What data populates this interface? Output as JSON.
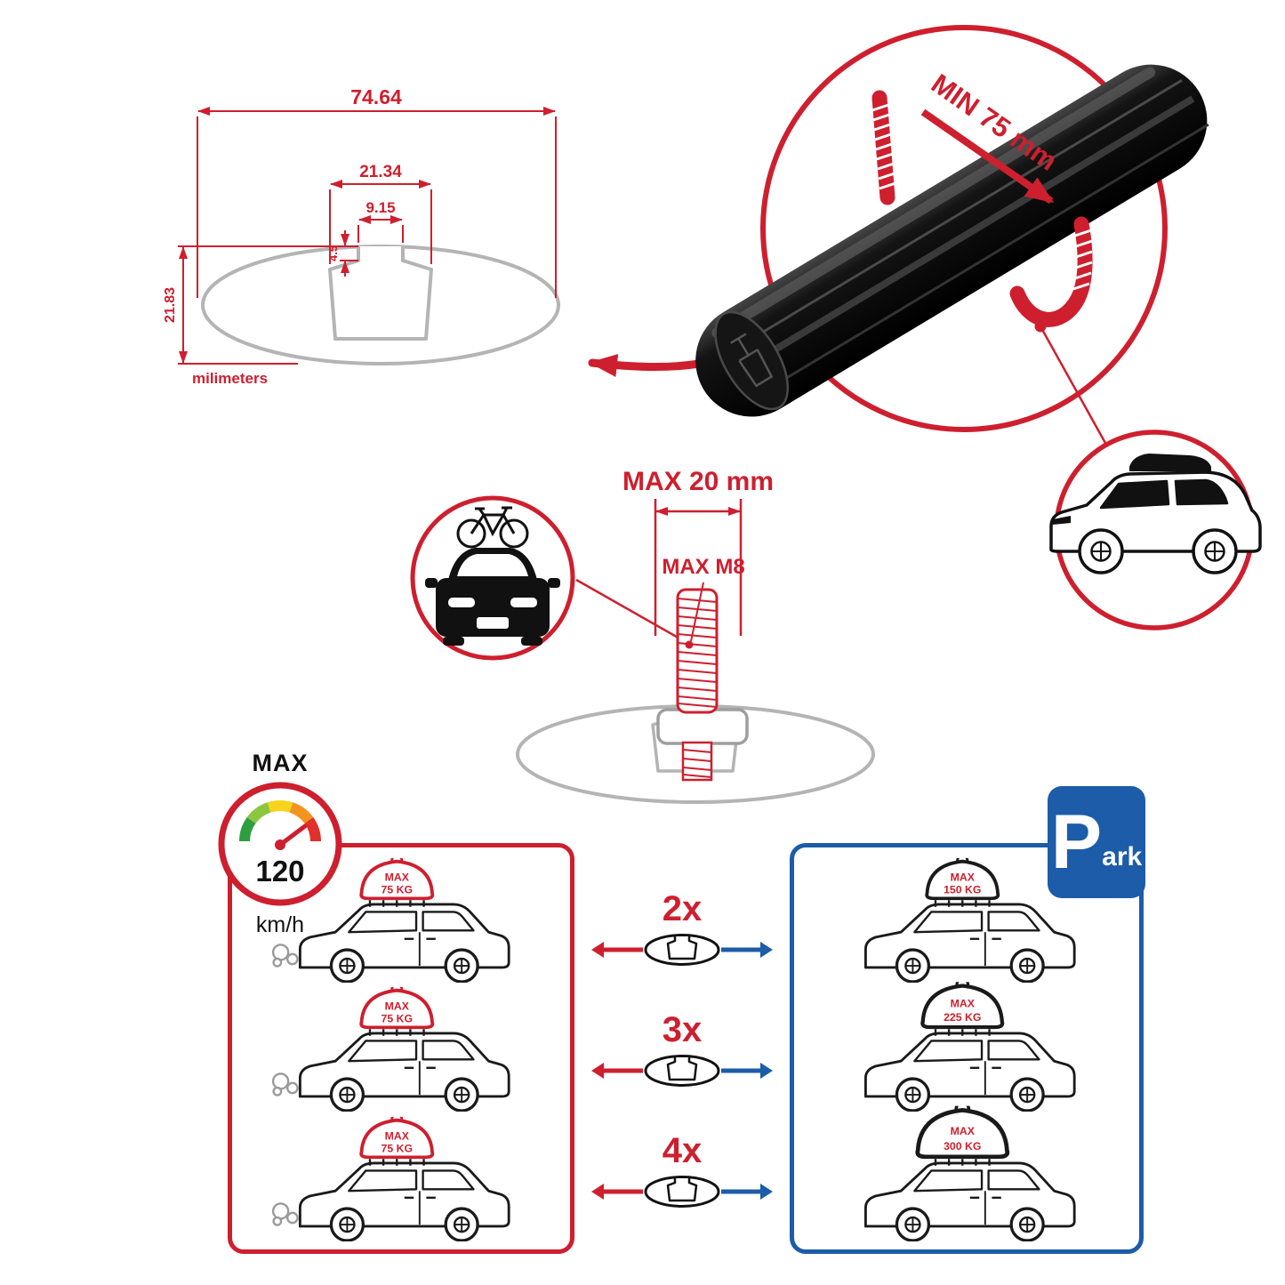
{
  "colors": {
    "red": "#ce1f2e",
    "blue": "#1c5ca8",
    "gray": "#b4b4b4",
    "black": "#111111",
    "gauge_segments": [
      "#2e9e40",
      "#8cc63e",
      "#f6d41c",
      "#f2941d",
      "#e2302a"
    ]
  },
  "technical_drawing": {
    "total_width": "74.64",
    "channel_outer_width": "21.34",
    "channel_opening_width": "9.15",
    "channel_lip_depth": "4.5",
    "total_height": "21.83",
    "units_label": "milimeters"
  },
  "clamp_detail": {
    "min_grip_label": "MIN 75 mm"
  },
  "bolt_detail": {
    "max_length_label": "MAX 20 mm",
    "max_thread_label": "MAX M8"
  },
  "speed_limit": {
    "label": "MAX",
    "value": "120",
    "unit": "km/h"
  },
  "park_sign": {
    "initial": "P",
    "rest": "ark"
  },
  "load_rows": [
    {
      "count": "2x",
      "driving": {
        "label": "MAX",
        "value": "75 KG"
      },
      "parked": {
        "label": "MAX",
        "value": "150 KG"
      }
    },
    {
      "count": "3x",
      "driving": {
        "label": "MAX",
        "value": "75 KG"
      },
      "parked": {
        "label": "MAX",
        "value": "225 KG"
      }
    },
    {
      "count": "4x",
      "driving": {
        "label": "MAX",
        "value": "75 KG"
      },
      "parked": {
        "label": "MAX",
        "value": "300 KG"
      }
    }
  ]
}
